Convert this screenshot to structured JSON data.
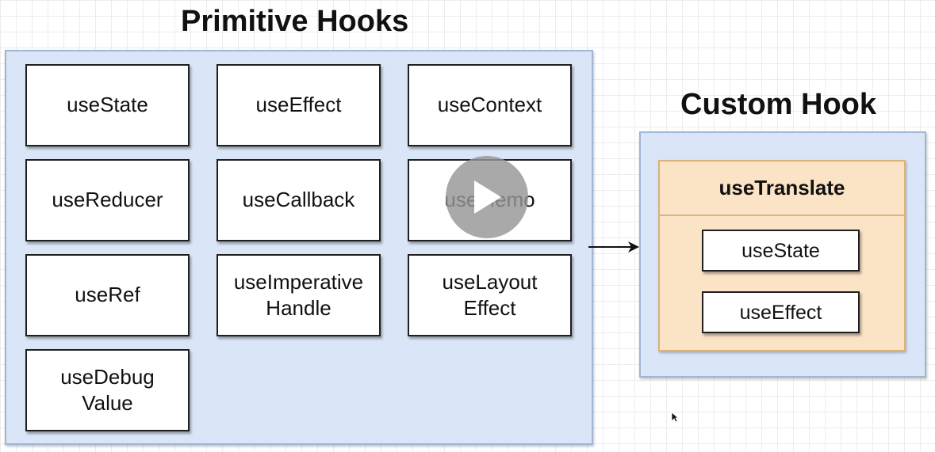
{
  "primitive": {
    "title": "Primitive Hooks",
    "hooks": [
      {
        "label": "useState"
      },
      {
        "label": "useEffect"
      },
      {
        "label": "useContext"
      },
      {
        "label": "useReducer"
      },
      {
        "label": "useCallback"
      },
      {
        "label": "useMemo"
      },
      {
        "label": "useRef"
      },
      {
        "label": "useImperative\nHandle"
      },
      {
        "label": "useLayout\nEffect"
      },
      {
        "label": "useDebug\nValue"
      }
    ]
  },
  "custom": {
    "title": "Custom Hook",
    "container_title": "useTranslate",
    "inner_hooks": [
      {
        "label": "useState"
      },
      {
        "label": "useEffect"
      }
    ]
  },
  "colors": {
    "panel_fill": "#dae6f7",
    "custom_fill": "#fbe3c6",
    "hook_fill": "#ffffff"
  },
  "icons": {
    "play": "play-icon",
    "cursor": "mouse-pointer-icon"
  }
}
